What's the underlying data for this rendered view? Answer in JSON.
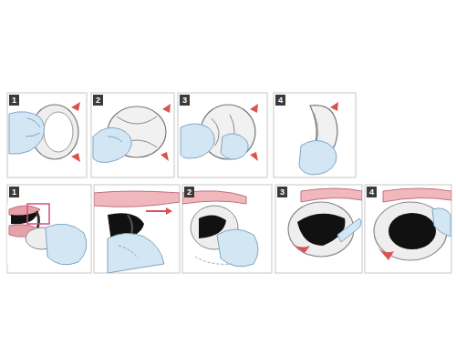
{
  "diagram": {
    "labels": [
      "1",
      "2",
      "3",
      "4",
      "1",
      "2",
      "3",
      "4"
    ]
  }
}
